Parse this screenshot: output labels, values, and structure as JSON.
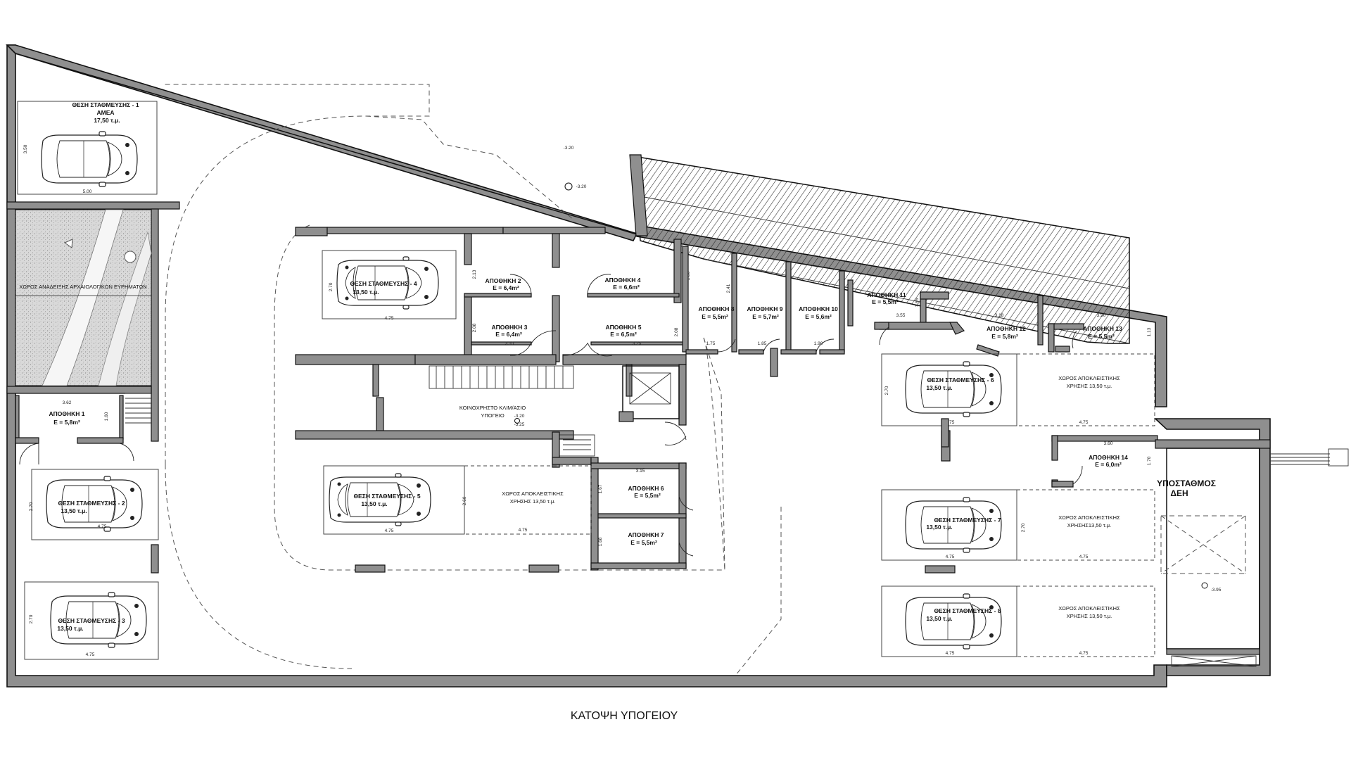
{
  "drawing_title": "ΚΑΤΟΨΗ ΥΠΟΓΕΙΟΥ",
  "levels": {
    "main": "-3.20",
    "stair": "-3.25",
    "substation": "-3.95"
  },
  "parking": [
    {
      "id": "p1",
      "title": "ΘΕΣΗ ΣΤΑΘΜΕΥΣΗΣ - 1",
      "sub": "ΑΜΕΑ",
      "area": "17,50 τ.μ.",
      "w": "5.00",
      "h": "3.50"
    },
    {
      "id": "p2",
      "title": "ΘΕΣΗ ΣΤΑΘΜΕΥΣΗΣ - 2",
      "area": "13,50 τ.μ.",
      "w": "4.75",
      "h": "2.70"
    },
    {
      "id": "p3",
      "title": "ΘΕΣΗ ΣΤΑΘΜΕΥΣΗΣ - 3",
      "area": "13,50 τ.μ.",
      "w": "4.75",
      "h": "2.70"
    },
    {
      "id": "p4",
      "title": "ΘΕΣΗ ΣΤΑΘΜΕΥΣΗΣ - 4",
      "area": "13,50 τ.μ.",
      "w": "4.75",
      "h": "2.70"
    },
    {
      "id": "p5",
      "title": "ΘΕΣΗ ΣΤΑΘΜΕΥΣΗΣ - 5",
      "area": "13,50 τ.μ.",
      "w": "4.75",
      "h": "2.60"
    },
    {
      "id": "p6",
      "title": "ΘΕΣΗ ΣΤΑΘΜΕΥΣΗΣ - 6",
      "area": "13,50 τ.μ.",
      "w": "4.75",
      "h": "2.70"
    },
    {
      "id": "p7",
      "title": "ΘΕΣΗ ΣΤΑΘΜΕΥΣΗΣ - 7",
      "area": "13,50 τ.μ.",
      "w": "4.75",
      "h": "2.70"
    },
    {
      "id": "p8",
      "title": "ΘΕΣΗ ΣΤΑΘΜΕΥΣΗΣ - 8",
      "area": "13,50 τ.μ.",
      "w": "4.75",
      "h": "2.70"
    }
  ],
  "exclusive_use": [
    {
      "line1": "ΧΩΡΟΣ ΑΠΟΚΛΕΙΣΤΙΚΗΣ",
      "line2": "ΧΡΗΣΗΣ 13,50 τ.μ.",
      "w": "4.75"
    },
    {
      "line1": "ΧΩΡΟΣ ΑΠΟΚΛΕΙΣΤΙΚΗΣ",
      "line2": "ΧΡΗΣΗΣ 13,50 τ.μ.",
      "w": "4.75"
    },
    {
      "line1": "ΧΩΡΟΣ ΑΠΟΚΛΕΙΣΤΙΚΗΣ",
      "line2": "ΧΡΗΣΗΣ13,50 τ.μ.",
      "w": "4.75"
    },
    {
      "line1": "ΧΩΡΟΣ ΑΠΟΚΛΕΙΣΤΙΚΗΣ",
      "line2": "ΧΡΗΣΗΣ 13,50 τ.μ.",
      "w": "4.75"
    }
  ],
  "storage": [
    {
      "name": "ΑΠΟΘΗΚΗ 1",
      "area": "Ε = 5,8m²"
    },
    {
      "name": "ΑΠΟΘΗΚΗ 2",
      "area": "Ε = 6,4m²"
    },
    {
      "name": "ΑΠΟΘΗΚΗ 3",
      "area": "Ε = 6,4m²"
    },
    {
      "name": "ΑΠΟΘΗΚΗ 4",
      "area": "Ε = 6,6m²"
    },
    {
      "name": "ΑΠΟΘΗΚΗ 5",
      "area": "Ε = 6,5m²"
    },
    {
      "name": "ΑΠΟΘΗΚΗ 6",
      "area": "Ε = 5,5m²"
    },
    {
      "name": "ΑΠΟΘΗΚΗ 7",
      "area": "Ε = 5,5m²"
    },
    {
      "name": "ΑΠΟΘΗΚΗ 8",
      "area": "Ε = 5,5m²"
    },
    {
      "name": "ΑΠΟΘΗΚΗ 9",
      "area": "Ε = 5,7m²"
    },
    {
      "name": "ΑΠΟΘΗΚΗ 10",
      "area": "Ε = 5,6m²"
    },
    {
      "name": "ΑΠΟΘΗΚΗ 11",
      "area": "Ε = 5,5m²"
    },
    {
      "name": "ΑΠΟΘΗΚΗ 12",
      "area": "Ε = 5,8m²"
    },
    {
      "name": "ΑΠΟΘΗΚΗ 13",
      "area": "Ε = 5,5m²"
    },
    {
      "name": "ΑΠΟΘΗΚΗ 14",
      "area": "Ε = 6,0m²"
    }
  ],
  "stairwell": {
    "line1": "ΚΟΙΝΟΧΡΗΣΤΟ ΚΛΙΜ/ΑΣΙΟ",
    "line2": "ΥΠΟΓΕΙΟ"
  },
  "substation": {
    "line1": "ΥΠΟΣΤΑΘΜΟΣ",
    "line2": "ΔΕΗ"
  },
  "archaeo": {
    "label": "ΧΩΡΟΣ ΑΝΑΔΕΙΞΗΣ ΑΡΧΑΙΟΛΟΓΙΚΩΝ ΕΥΡΗΜΑΤΩΝ"
  },
  "dims": {
    "d_362": "3.62",
    "d_160": "1.60",
    "d_213": "2.13",
    "d_180": "1.80",
    "d_208": "2.08",
    "d_310": "3.10",
    "d_325": "3.25",
    "d_315": "3.15",
    "d_167": "1.67",
    "d_168": "1.68",
    "d_155": "1.55",
    "d_355": "3.55",
    "d_318": "3.18",
    "d_390": "3.90",
    "d_113": "1.13",
    "d_360": "3.60",
    "d_170": "1.70",
    "d_175": "1.75",
    "d_185": "1.85",
    "d_190": "1.90",
    "d_241": "2.41"
  }
}
